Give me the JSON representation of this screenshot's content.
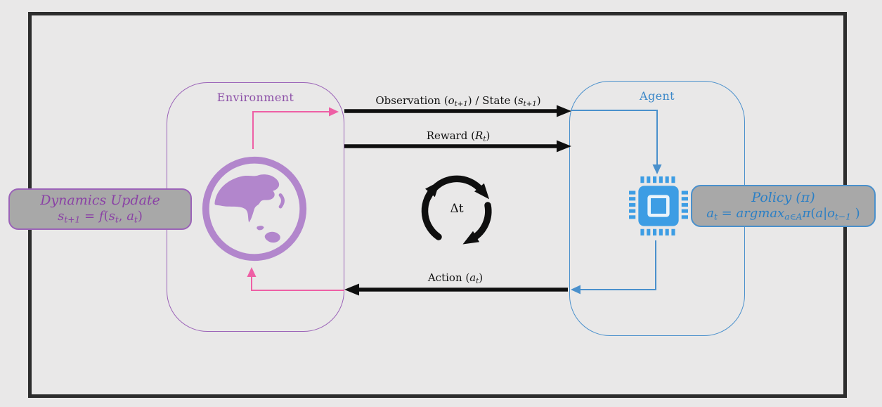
{
  "palette": {
    "background": "#e9e8e8",
    "frame": "#2d2d2d",
    "environment_accent": "#9b63b8",
    "environment_title_color": "#8d51a8",
    "globe_purple": "#b286cc",
    "loop_pink": "#ee5fa5",
    "agent_accent": "#4a90cc",
    "agent_title_color": "#3a87c8",
    "chip_blue": "#3d9de4",
    "callout_fill": "#a8a8a8",
    "dynamics_text_color": "#8a42a5",
    "policy_text_color": "#2b7fc5",
    "arrow_black": "#0f0f0f"
  },
  "environment": {
    "title": "Environment",
    "dynamics_box": {
      "title": "Dynamics Update",
      "formula": [
        {
          "t": "s",
          "c": "it"
        },
        {
          "t": "t+1",
          "c": "it sub"
        },
        {
          "t": " = "
        },
        {
          "t": "f",
          "c": "it"
        },
        {
          "t": "("
        },
        {
          "t": "s",
          "c": "it"
        },
        {
          "t": "t",
          "c": "it sub"
        },
        {
          "t": ", "
        },
        {
          "t": "a",
          "c": "it"
        },
        {
          "t": "t",
          "c": "it sub"
        },
        {
          "t": ")"
        }
      ]
    }
  },
  "agent": {
    "title": "Agent",
    "policy_box": {
      "title": [
        {
          "t": "Policy (π)",
          "c": "it"
        }
      ],
      "formula": [
        {
          "t": "a",
          "c": "it"
        },
        {
          "t": "t",
          "c": "it sub"
        },
        {
          "t": " = "
        },
        {
          "t": "argmax",
          "c": "it"
        },
        {
          "t": "a∈A",
          "c": "it sub"
        },
        {
          "t": "π",
          "c": "it"
        },
        {
          "t": "("
        },
        {
          "t": "a",
          "c": "it"
        },
        {
          "t": "|"
        },
        {
          "t": "o",
          "c": "it"
        },
        {
          "t": "t−1",
          "c": "it sub"
        },
        {
          "t": " )"
        }
      ]
    }
  },
  "arrows": {
    "observation": {
      "label": [
        {
          "t": "Observation ("
        },
        {
          "t": "o",
          "c": "it"
        },
        {
          "t": "t+1",
          "c": "it sub"
        },
        {
          "t": ") / State ("
        },
        {
          "t": "s",
          "c": "it"
        },
        {
          "t": "t+1",
          "c": "it sub"
        },
        {
          "t": ")"
        }
      ],
      "direction": "environment→agent"
    },
    "reward": {
      "label": [
        {
          "t": "Reward ("
        },
        {
          "t": "R",
          "c": "it"
        },
        {
          "t": "t",
          "c": "it sub"
        },
        {
          "t": ")"
        }
      ],
      "direction": "environment→agent"
    },
    "action": {
      "label": [
        {
          "t": "Action ("
        },
        {
          "t": "a",
          "c": "it"
        },
        {
          "t": "t",
          "c": "it sub"
        },
        {
          "t": ")"
        }
      ],
      "direction": "agent→environment"
    }
  },
  "cycle": {
    "label": "Δt"
  }
}
